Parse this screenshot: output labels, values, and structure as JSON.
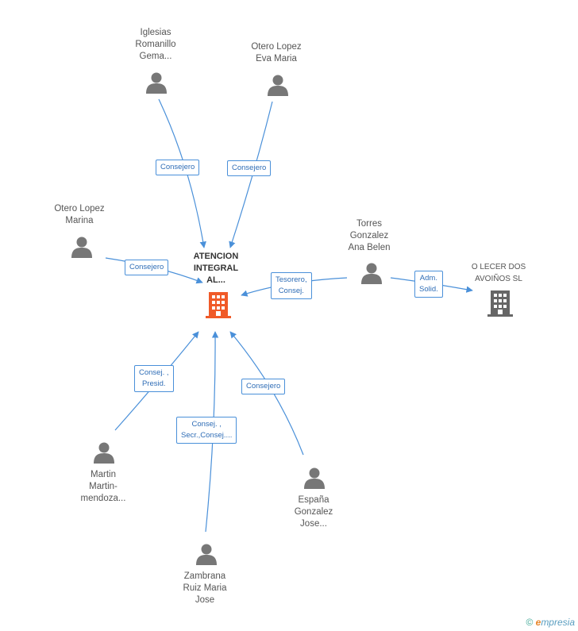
{
  "center": {
    "name": "ATENCION\nINTEGRAL\nAL...",
    "color": "#f05a28"
  },
  "company": {
    "name": "O LECER DOS\nAVOIÑOS SL",
    "color": "#666666"
  },
  "people": [
    {
      "id": "iglesias",
      "name": "Iglesias\nRomanillo\nGema...",
      "role": "Consejero"
    },
    {
      "id": "otero-eva",
      "name": "Otero Lopez\nEva Maria",
      "role": "Consejero"
    },
    {
      "id": "otero-marina",
      "name": "Otero Lopez\nMarina",
      "role": "Consejero"
    },
    {
      "id": "torres",
      "name": "Torres\nGonzalez\nAna Belen",
      "role": "Tesorero,\nConsej.",
      "role2": "Adm.\nSolid."
    },
    {
      "id": "martin",
      "name": "Martin\nMartin-\nmendoza...",
      "role": "Consej. ,\nPresid."
    },
    {
      "id": "zambrana",
      "name": "Zambrana\nRuiz Maria\nJose",
      "role": "Consej. ,\nSecr.,Consej...."
    },
    {
      "id": "espana",
      "name": "España\nGonzalez\nJose...",
      "role": "Consejero"
    }
  ],
  "footer": {
    "copyright": "©",
    "brand_e": "e",
    "brand_rest": "mpresia"
  },
  "colors": {
    "edge": "#4a90d9",
    "person": "#777777"
  }
}
